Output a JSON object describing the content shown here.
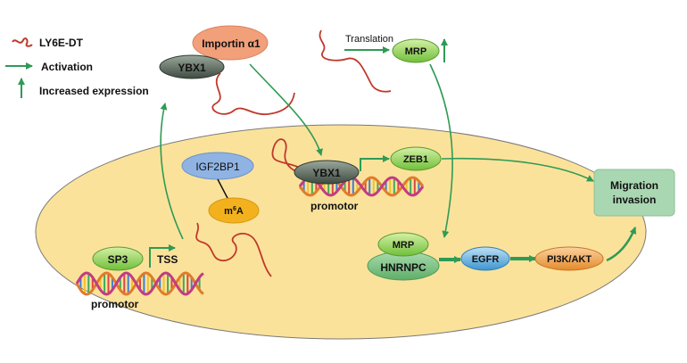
{
  "legend": {
    "rna_label": "LY6E-DT",
    "activation_label": "Activation",
    "increased_label": "Increased expression"
  },
  "cytoplasm": {
    "importin": "Importin α1",
    "ybx1": "YBX1",
    "translation": "Translation",
    "mrp": "MRP"
  },
  "nucleus": {
    "igf2bp1": "IGF2BP1",
    "m6a_base": "m",
    "m6a_sup": "6",
    "m6a_tail": "A",
    "sp3": "SP3",
    "tss": "TSS",
    "promotor_left": "promotor",
    "ybx1": "YBX1",
    "promotor_right": "promotor",
    "zeb1": "ZEB1",
    "mrp": "MRP",
    "hnrnpc": "HNRNPC",
    "egfr": "EGFR",
    "pi3k": "PI3K/AKT"
  },
  "outcome": {
    "line1": "Migration",
    "line2": "invasion"
  },
  "colors": {
    "arrow": "#2e9b55",
    "rna": "#c0392b",
    "nucleus_fill": "#fbe29b",
    "outcome_fill": "#a9d7b1",
    "importin_fill": "#f1a07a",
    "igf2bp1_fill": "#8fb3e3",
    "m6a_fill": "#f3b21d",
    "green_node": "#8fd04b",
    "dark_node": "#4e5d50",
    "egfr_fill": "#5aa9dc",
    "pi3k_fill": "#f09e3a"
  }
}
